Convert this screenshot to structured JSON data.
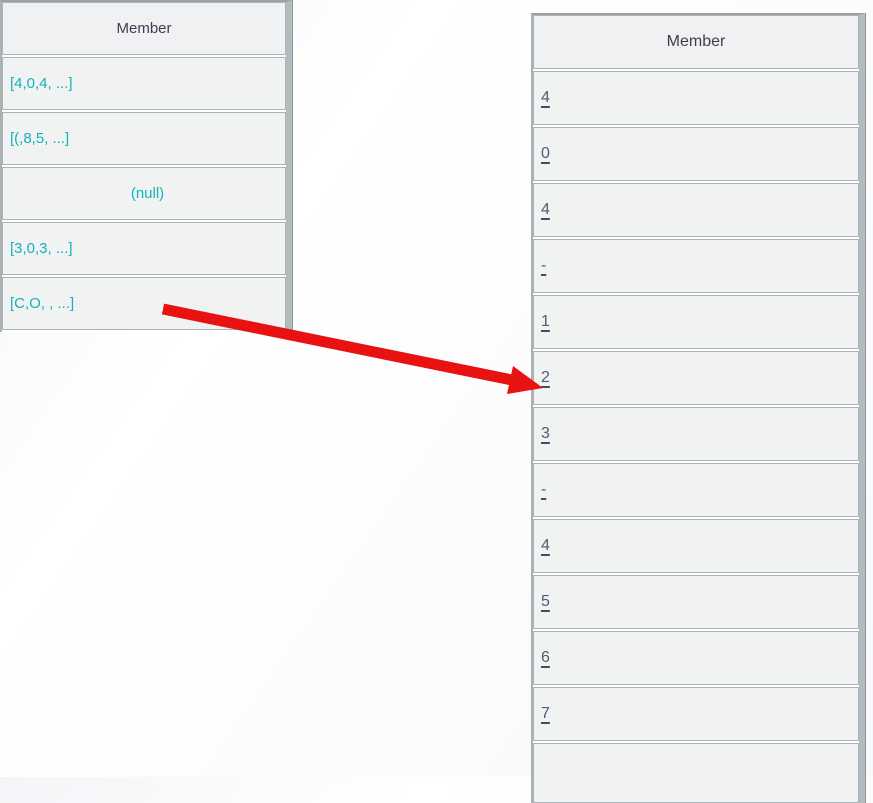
{
  "left_table": {
    "header": "Member",
    "rows": [
      {
        "text": "[4,0,4, ...]",
        "kind": "value"
      },
      {
        "text": "[(,8,5, ...]",
        "kind": "value"
      },
      {
        "text": "(null)",
        "kind": "null"
      },
      {
        "text": "[3,0,3, ...]",
        "kind": "value"
      },
      {
        "text": "[C,O, , ...]",
        "kind": "value"
      }
    ]
  },
  "right_table": {
    "header": "Member",
    "rows": [
      "4",
      "0",
      "4",
      "-",
      "1",
      "2",
      "3",
      "-",
      "4",
      "5",
      "6",
      "7"
    ],
    "trailing_empty_row": ""
  },
  "annotation": {
    "arrow": "red-arrow-left-row1-to-right-row6"
  },
  "colors": {
    "value_color": "#15b1bd",
    "null_color": "#fb21e6",
    "link_color": "#4d5b78",
    "header_color": "#3e3e50",
    "arrow_color": "#e81212"
  }
}
